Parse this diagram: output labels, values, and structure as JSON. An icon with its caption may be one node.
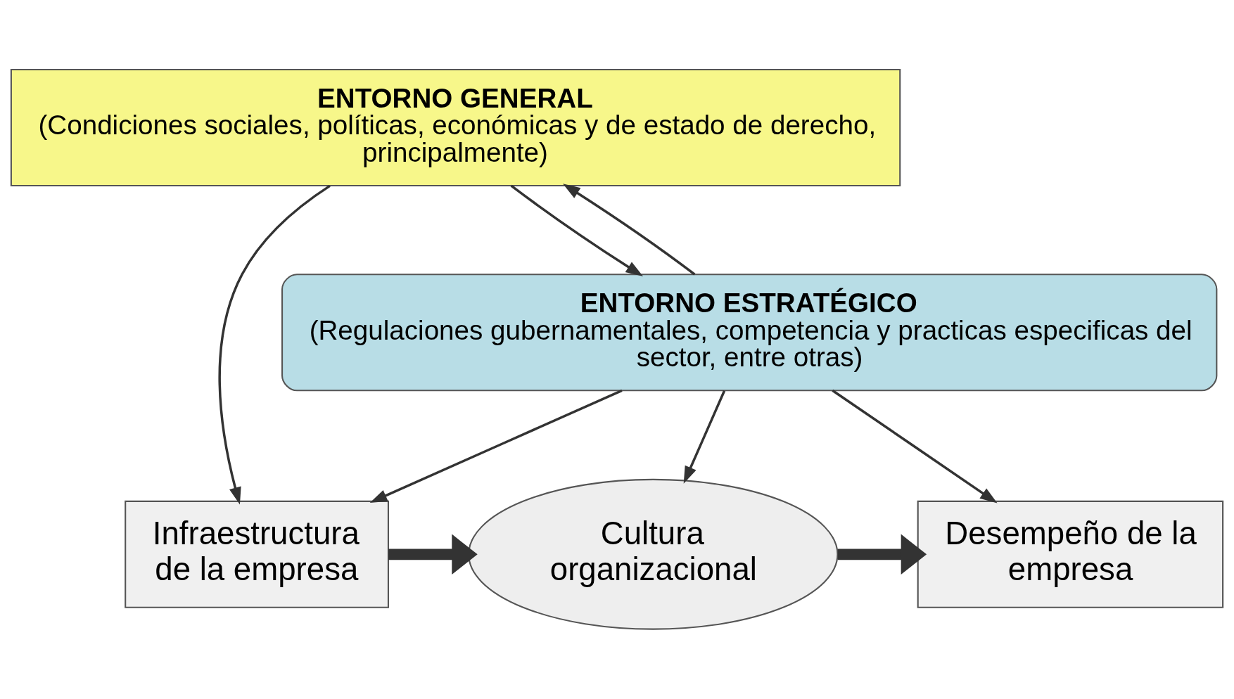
{
  "diagram": {
    "nodes": [
      {
        "text": [
          "ENTORNO GENERAL",
          "(Condiciones sociales, políticas, económicas y de estado de derecho, principalmente)"
        ]
      },
      {
        "text": [
          "ENTORNO ESTRATÉGICO",
          "(Regulaciones gubernamentales, competencia y practicas especificas del sector, entre otras)"
        ]
      },
      {
        "text": [
          "Infraestructura de la empresa"
        ]
      },
      {
        "text": [
          "Cultura organizacional"
        ]
      },
      {
        "text": [
          "Desempeño de la empresa"
        ]
      }
    ],
    "edges": [
      {
        "from": 0,
        "to": 2,
        "arrow": "to"
      },
      {
        "from": 0,
        "to": 1,
        "arrow": "to"
      },
      {
        "from": 1,
        "to": 0,
        "arrow": "to"
      },
      {
        "from": 1,
        "to": 2,
        "arrow": "to"
      },
      {
        "from": 1,
        "to": 3,
        "arrow": "to"
      },
      {
        "from": 1,
        "to": 4,
        "arrow": "to"
      },
      {
        "from": 2,
        "to": 3,
        "arrow": "to",
        "style": "thick"
      },
      {
        "from": 3,
        "to": 4,
        "arrow": "to",
        "style": "thick"
      }
    ]
  }
}
